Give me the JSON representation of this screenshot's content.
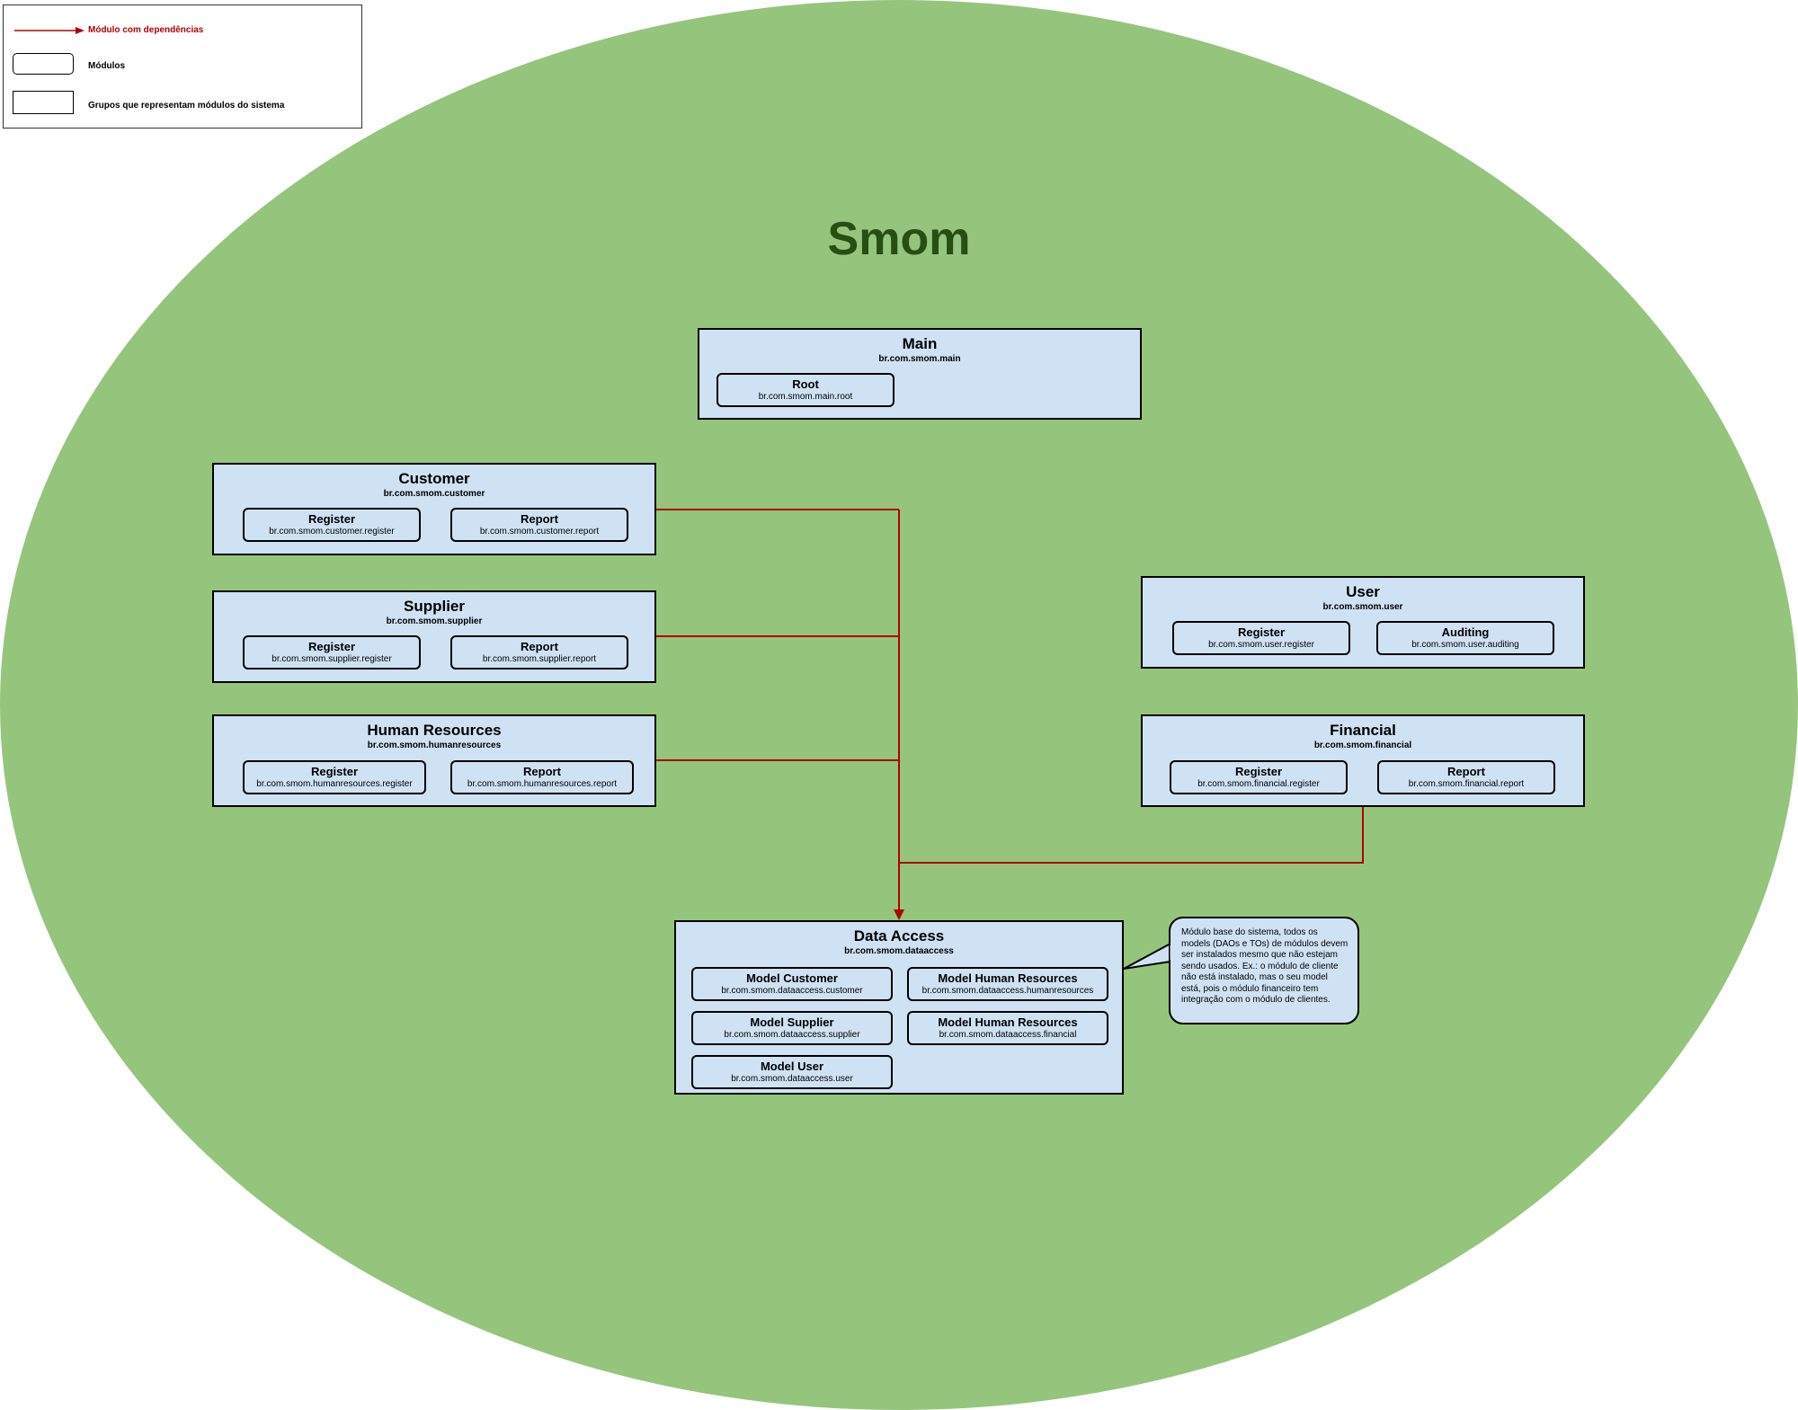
{
  "legend": {
    "dependency_label": "Módulo com dependências",
    "modules_label": "Módulos",
    "groups_label": "Grupos que representam módulos do sistema"
  },
  "title": "Smom",
  "groups": {
    "main": {
      "name": "Main",
      "package": "br.com.smom.main",
      "modules": [
        {
          "name": "Root",
          "package": "br.com.smom.main.root"
        }
      ]
    },
    "customer": {
      "name": "Customer",
      "package": "br.com.smom.customer",
      "modules": [
        {
          "name": "Register",
          "package": "br.com.smom.customer.register"
        },
        {
          "name": "Report",
          "package": "br.com.smom.customer.report"
        }
      ]
    },
    "supplier": {
      "name": "Supplier",
      "package": "br.com.smom.supplier",
      "modules": [
        {
          "name": "Register",
          "package": "br.com.smom.supplier.register"
        },
        {
          "name": "Report",
          "package": "br.com.smom.supplier.report"
        }
      ]
    },
    "humanresources": {
      "name": "Human Resources",
      "package": "br.com.smom.humanresources",
      "modules": [
        {
          "name": "Register",
          "package": "br.com.smom.humanresources.register"
        },
        {
          "name": "Report",
          "package": "br.com.smom.humanresources.report"
        }
      ]
    },
    "user": {
      "name": "User",
      "package": "br.com.smom.user",
      "modules": [
        {
          "name": "Register",
          "package": "br.com.smom.user.register"
        },
        {
          "name": "Auditing",
          "package": "br.com.smom.user.auditing"
        }
      ]
    },
    "financial": {
      "name": "Financial",
      "package": "br.com.smom.financial",
      "modules": [
        {
          "name": "Register",
          "package": "br.com.smom.financial.register"
        },
        {
          "name": "Report",
          "package": "br.com.smom.financial.report"
        }
      ]
    },
    "dataaccess": {
      "name": "Data Access",
      "package": "br.com.smom.dataaccess",
      "modules": [
        {
          "name": "Model Customer",
          "package": "br.com.smom.dataaccess.customer"
        },
        {
          "name": "Model Human Resources",
          "package": "br.com.smom.dataaccess.humanresources"
        },
        {
          "name": "Model Supplier",
          "package": "br.com.smom.dataaccess.supplier"
        },
        {
          "name": "Model Human Resources",
          "package": "br.com.smom.dataaccess.financial"
        },
        {
          "name": "Model User",
          "package": "br.com.smom.dataaccess.user"
        }
      ]
    }
  },
  "callout": {
    "text": "Módulo base do sistema, todos os models (DAOs e TOs) de módulos devem ser instalados mesmo que não estejam sendo usados. Ex.: o módulo de cliente não está instalado, mas o seu model está, pois o módulo financeiro tem integração com o módulo de clientes."
  },
  "colors": {
    "background_ellipse": "#95c57d",
    "group_fill": "#cfe2f3",
    "dependency_arrow": "#b00000",
    "title": "#274e13"
  }
}
